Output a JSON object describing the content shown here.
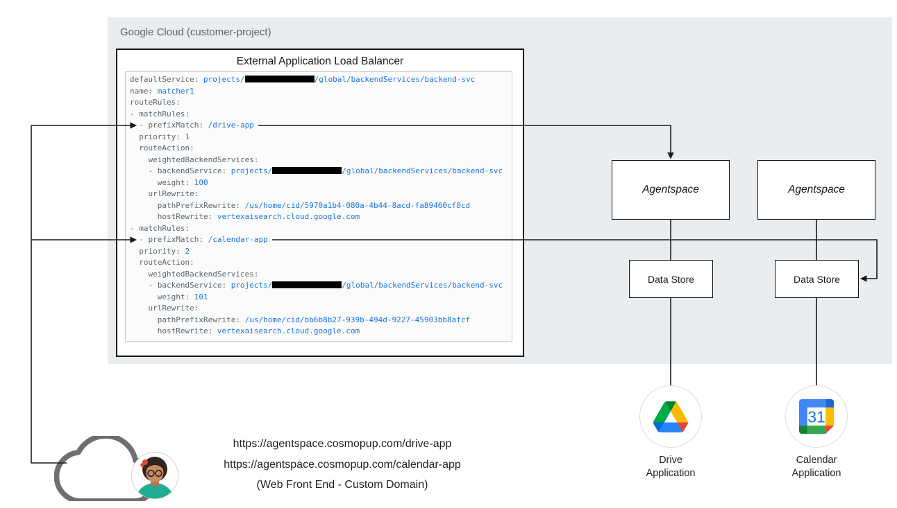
{
  "gcp": {
    "label": "Google Cloud (customer-project)"
  },
  "lb": {
    "title": "External Application Load Balancer",
    "code_lines": [
      [
        [
          "k",
          "defaultService: "
        ],
        [
          "v",
          "projects/"
        ],
        [
          "r",
          ""
        ],
        [
          "v",
          "/global/backendServices/backend-svc"
        ]
      ],
      [
        [
          "k",
          "name: "
        ],
        [
          "v",
          "matcher1"
        ]
      ],
      [
        [
          "k",
          "routeRules:"
        ]
      ],
      [
        [
          "k",
          "- matchRules:"
        ]
      ],
      [
        [
          "k",
          "  - prefixMatch: "
        ],
        [
          "v",
          "/drive-app"
        ]
      ],
      [
        [
          "k",
          "  priority: "
        ],
        [
          "v",
          "1"
        ]
      ],
      [
        [
          "k",
          "  routeAction:"
        ]
      ],
      [
        [
          "k",
          "    weightedBackendServices:"
        ]
      ],
      [
        [
          "k",
          "    - backendService: "
        ],
        [
          "v",
          "projects/"
        ],
        [
          "r",
          ""
        ],
        [
          "v",
          "/global/backendServices/backend-svc"
        ]
      ],
      [
        [
          "k",
          "      weight: "
        ],
        [
          "v",
          "100"
        ]
      ],
      [
        [
          "k",
          "    urlRewrite:"
        ]
      ],
      [
        [
          "k",
          "      pathPrefixRewrite: "
        ],
        [
          "v",
          "/us/home/cid/5970a1b4-080a-4b44-8acd-fa89460cf0cd"
        ]
      ],
      [
        [
          "k",
          "      hostRewrite: "
        ],
        [
          "v",
          "vertexaisearch.cloud.google.com"
        ]
      ],
      [
        [
          "k",
          "- matchRules:"
        ]
      ],
      [
        [
          "k",
          "  - prefixMatch: "
        ],
        [
          "v",
          "/calendar-app"
        ]
      ],
      [
        [
          "k",
          "  priority: "
        ],
        [
          "v",
          "2"
        ]
      ],
      [
        [
          "k",
          "  routeAction:"
        ]
      ],
      [
        [
          "k",
          "    weightedBackendServices:"
        ]
      ],
      [
        [
          "k",
          "    - backendService: "
        ],
        [
          "v",
          "projects/"
        ],
        [
          "r",
          ""
        ],
        [
          "v",
          "/global/backendServices/backend-svc"
        ]
      ],
      [
        [
          "k",
          "      weight: "
        ],
        [
          "v",
          "101"
        ]
      ],
      [
        [
          "k",
          "    urlRewrite:"
        ]
      ],
      [
        [
          "k",
          "      pathPrefixRewrite: "
        ],
        [
          "v",
          "/us/home/cid/bb6b8b27-939b-494d-9227-45903bb8afcf"
        ]
      ],
      [
        [
          "k",
          "      hostRewrite: "
        ],
        [
          "v",
          "vertexaisearch.cloud.google.com"
        ]
      ]
    ]
  },
  "agentspace": [
    {
      "label": "Agentspace"
    },
    {
      "label": "Agentspace"
    }
  ],
  "datastores": [
    {
      "label": "Data Store"
    },
    {
      "label": "Data Store"
    }
  ],
  "apps": [
    {
      "label": "Drive\nApplication",
      "icon": "google-drive-icon"
    },
    {
      "label": "Calendar\nApplication",
      "icon": "google-calendar-icon",
      "day": "31"
    }
  ],
  "frontend": {
    "url_drive": "https://agentspace.cosmopup.com/drive-app",
    "url_calendar": "https://agentspace.cosmopup.com/calendar-app",
    "caption": "(Web Front End - Custom Domain)"
  },
  "colors": {
    "container_bg": "#e9edf0",
    "box_border": "#141414",
    "code_key": "#5b6770",
    "code_value": "#1a73e8",
    "redaction": "#000000",
    "drive_blue": "#2684fc",
    "drive_green": "#00ac47",
    "drive_yellow": "#ffba00",
    "calendar_blue": "#4285f4"
  }
}
